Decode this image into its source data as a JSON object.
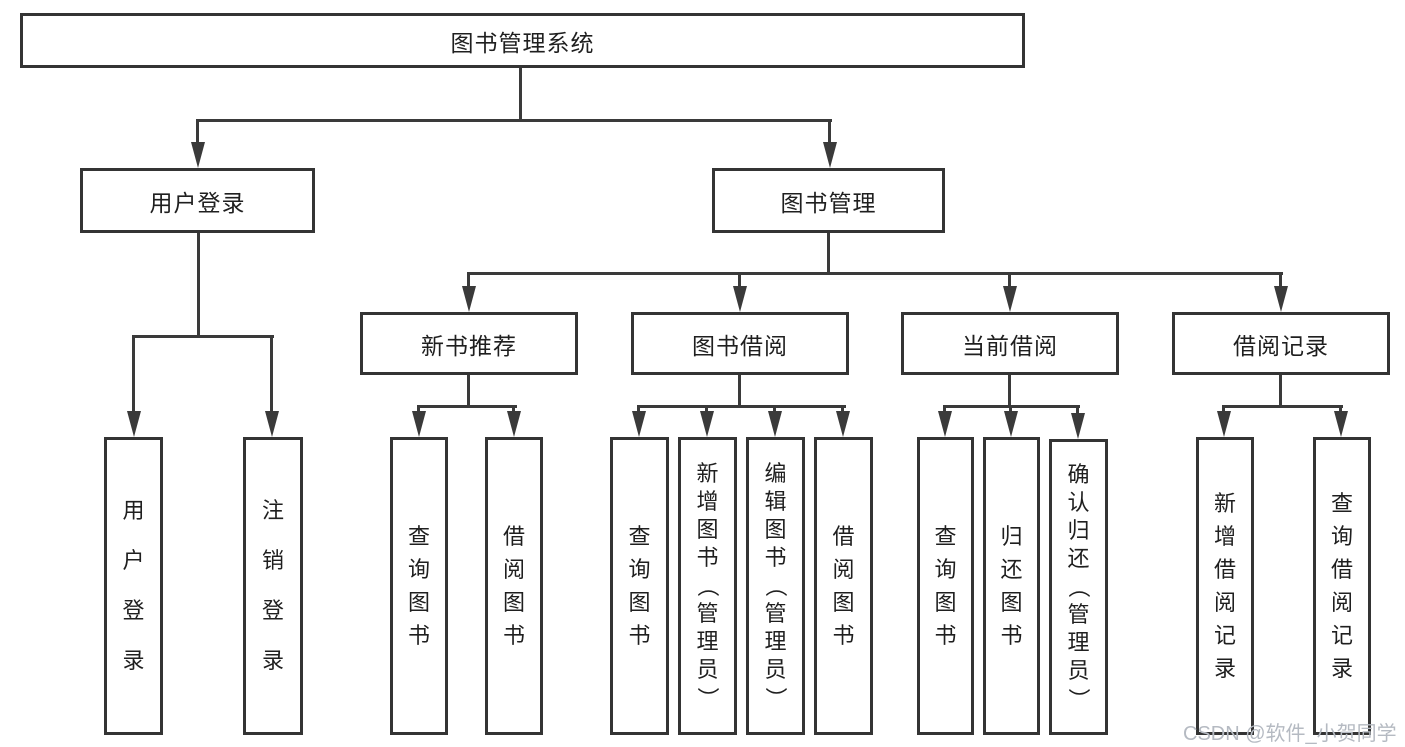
{
  "nodes": {
    "root": "图书管理系统",
    "level2": [
      "用户登录",
      "图书管理"
    ],
    "level3": [
      "新书推荐",
      "图书借阅",
      "当前借阅",
      "借阅记录"
    ],
    "leaves": {
      "login": [
        "用户登录",
        "注销登录"
      ],
      "recommend": [
        "查询图书",
        "借阅图书"
      ],
      "borrow": [
        "查询图书",
        "新增图书（管理员）",
        "编辑图书（管理员）",
        "借阅图书"
      ],
      "current": [
        "查询图书",
        "归还图书",
        "确认归还（管理员）"
      ],
      "records": [
        "新增借阅记录",
        "查询借阅记录"
      ]
    }
  },
  "watermark": {
    "text": "CSDN @软件_小贺同学"
  },
  "colors": {
    "line": "#3a3a3a",
    "border": "#343434",
    "text": "#1f1f1f",
    "watermark": "#b5bac2",
    "bg": "#ffffff"
  }
}
